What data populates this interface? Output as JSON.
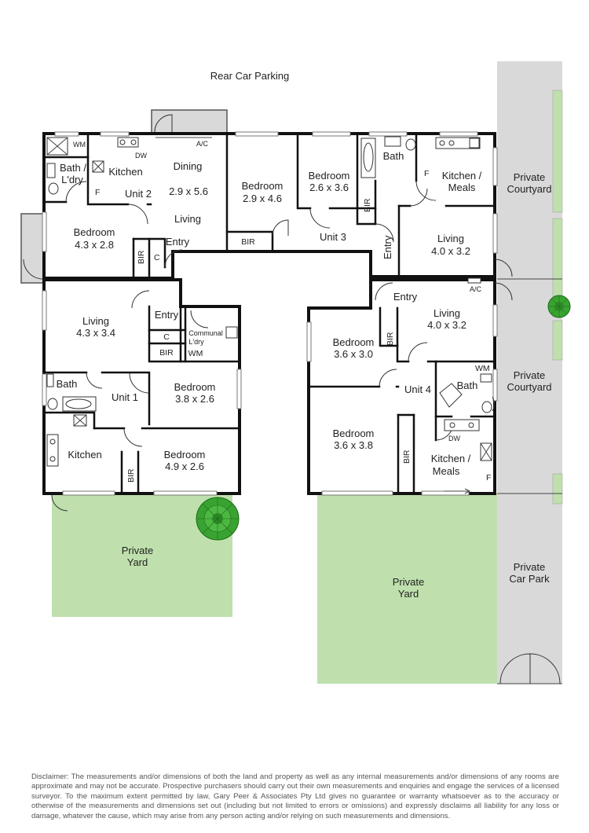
{
  "header": {
    "rear_parking": "Rear Car Parking"
  },
  "colors": {
    "lawn": "#bfe0ad",
    "paving": "#d9d9d9",
    "wall": "#111111",
    "tree": "#39a331"
  },
  "outside": {
    "private_yard_left": [
      "Private",
      "Yard"
    ],
    "private_yard_right": [
      "Private",
      "Yard"
    ],
    "courtyard_top": [
      "Private",
      "Courtyard"
    ],
    "courtyard_mid": [
      "Private",
      "Courtyard"
    ],
    "car_park": [
      "Private",
      "Car Park"
    ]
  },
  "unit2": {
    "unit_label": "Unit 2",
    "bath": [
      "Bath /",
      "L'dry"
    ],
    "wm": "WM",
    "kitchen": "Kitchen",
    "dw": "DW",
    "f": "F",
    "ac": "A/C",
    "dining": "Dining",
    "dining_dim": "2.9 x 5.6",
    "living": "Living",
    "entry": "Entry",
    "bedroom": "Bedroom",
    "bedroom_dim": "4.3 x 2.8",
    "bir": "BIR",
    "c": "C"
  },
  "unit3": {
    "unit_label": "Unit 3",
    "bedroom1": "Bedroom",
    "bedroom1_dim": "2.9 x 4.6",
    "bir1": "BIR",
    "bedroom2": "Bedroom",
    "bedroom2_dim": "2.6 x 3.6",
    "bir2": "BIR",
    "bath": "Bath",
    "kitchen": [
      "Kitchen /",
      "Meals"
    ],
    "f": "F",
    "living": "Living",
    "living_dim": "4.0 x 3.2",
    "entry": "Entry"
  },
  "unit1": {
    "unit_label": "Unit 1",
    "living": "Living",
    "living_dim": "4.3 x 3.4",
    "entry": "Entry",
    "c": "C",
    "bir": "BIR",
    "communal": [
      "Communal",
      "L'dry"
    ],
    "wm": "WM",
    "bath": "Bath",
    "bedroom1": "Bedroom",
    "bedroom1_dim": "3.8 x 2.6",
    "kitchen": "Kitchen",
    "bedroom2": "Bedroom",
    "bedroom2_dim": "4.9 x 2.6",
    "bir2": "BIR"
  },
  "unit4": {
    "unit_label": "Unit 4",
    "entry": "Entry",
    "ac": "A/C",
    "living": "Living",
    "living_dim": "4.0 x 3.2",
    "bedroom1": "Bedroom",
    "bedroom1_dim": "3.6 x 3.0",
    "bir1": "BIR",
    "wm": "WM",
    "bath": "Bath",
    "bedroom2": "Bedroom",
    "bedroom2_dim": "3.6 x 3.8",
    "bir2": "BIR",
    "dw": "DW",
    "kitchen": [
      "Kitchen /",
      "Meals"
    ],
    "f": "F"
  },
  "disclaimer": "Disclaimer: The measurements and/or dimensions of both the land and property as well as any internal measurements and/or dimensions of any rooms are approximate and may not be accurate. Prospective purchasers should carry out their own measurements and enquiries and engage the services of a licensed surveyor. To the maximum extent permitted by law, Gary Peer & Associates Pty Ltd gives no guarantee or warranty whatsoever as to the accuracy or otherwise of the measurements and dimensions set out (including but not limited to errors or omissions) and expressly disclaims all liability for any loss or damage, whatever the cause, which may arise from any person acting and/or relying on such measurements and dimensions."
}
